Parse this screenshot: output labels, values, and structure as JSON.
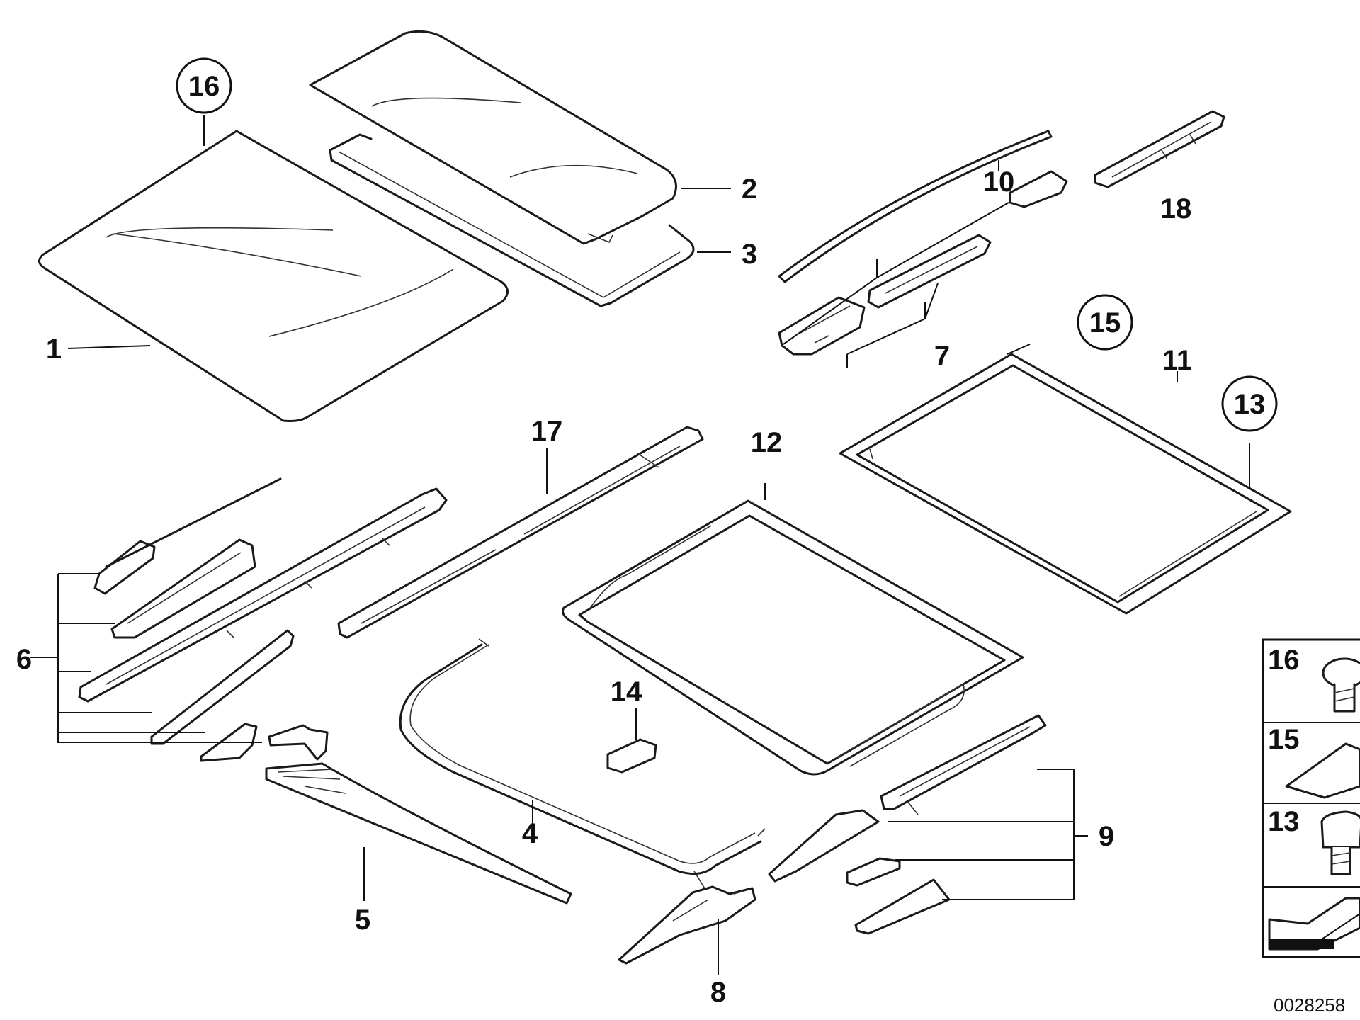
{
  "diagram": {
    "callouts": [
      "1",
      "2",
      "3",
      "4",
      "5",
      "6",
      "7",
      "8",
      "9",
      "10",
      "11",
      "12",
      "13",
      "14",
      "15",
      "16",
      "17",
      "18"
    ],
    "legend": [
      "16",
      "15",
      "13"
    ],
    "document_number": "0028258"
  }
}
